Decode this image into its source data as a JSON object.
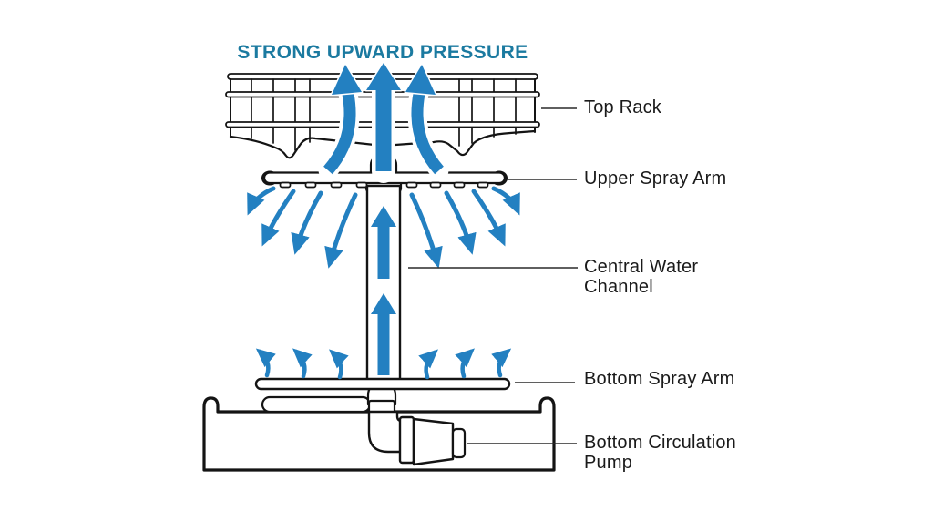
{
  "title": {
    "text": "STRONG UPWARD PRESSURE",
    "color": "#1B7AA0"
  },
  "labels": [
    {
      "id": "top-rack",
      "text": "Top Rack"
    },
    {
      "id": "upper-spray-arm",
      "text": "Upper Spray Arm"
    },
    {
      "id": "central-water-channel",
      "text": "Central Water Channel"
    },
    {
      "id": "bottom-spray-arm",
      "text": "Bottom Spray Arm"
    },
    {
      "id": "bottom-circulation-pump",
      "text": "Bottom Circulation Pump"
    }
  ],
  "colors": {
    "arrow_blue": "#2380C1",
    "title_teal": "#1B7AA0",
    "line_dark": "#141414",
    "leader_line": "#2a2a2a",
    "background": "#FFFFFF"
  }
}
